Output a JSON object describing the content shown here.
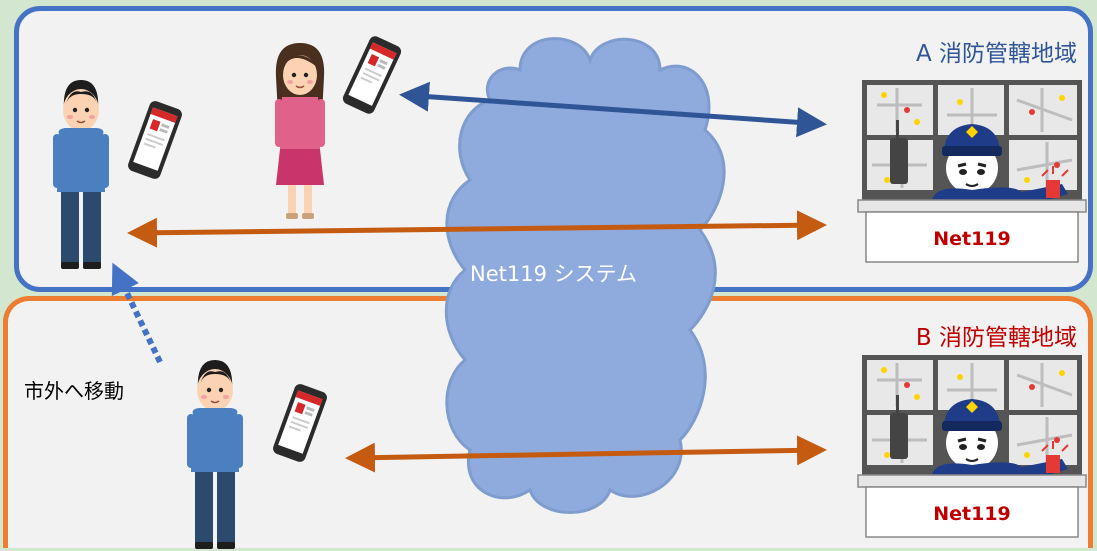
{
  "regions": {
    "a": {
      "title": "A 消防管轄地域"
    },
    "b": {
      "title": "B 消防管轄地域"
    }
  },
  "cloud": {
    "label": "Net119 システム"
  },
  "move_label": "市外へ移動",
  "dispatch_center": {
    "sign": "Net119"
  },
  "colors": {
    "region_a_border": "#4472c4",
    "region_b_border": "#ed7d31",
    "arrow_blue": "#2f5597",
    "arrow_orange": "#c55a11",
    "cloud_fill": "#8faadc"
  },
  "icons": [
    "person-male-icon",
    "person-female-icon",
    "smartphone-icon",
    "cloud-icon",
    "fire-dispatch-operator-icon"
  ]
}
